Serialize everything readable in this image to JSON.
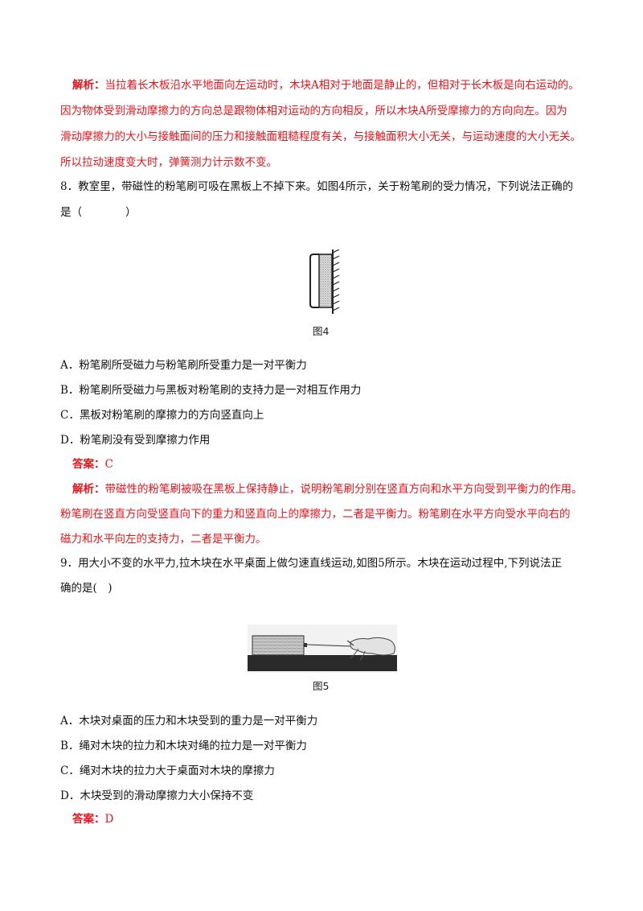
{
  "analysis_label": "解析：",
  "answer_label": "答案：",
  "q7": {
    "analysis_lines": [
      "当拉着长木板沿水平地面向左运动时，木块A相对于地面是静止的，但相对于长木板是向右运动的。",
      "因为物体受到滑动摩擦力的方向总是跟物体相对运动的方向相反，所以木块A所受摩擦力的方向向左。因为",
      "滑动摩擦力的大小与接触面间的压力和接触面粗糙程度有关，与接触面积大小无关，与运动速度的大小无关。",
      "所以拉动速度变大时，弹簧测力计示数不变。"
    ]
  },
  "q8": {
    "stem_lines": [
      "8．教室里，带磁性的粉笔刷可吸在黑板上不掉下来。如图4所示，关于粉笔刷的受力情况，下列说法正确的",
      "是（　　　　）"
    ],
    "figure_caption": "图4",
    "options": [
      "A．粉笔刷所受磁力与粉笔刷所受重力是一对平衡力",
      "B．粉笔刷所受磁力与黑板对粉笔刷的支持力是一对相互作用力",
      "C．黑板对粉笔刷的摩擦力的方向竖直向上",
      "D．粉笔刷没有受到摩擦力作用"
    ],
    "answer": "C",
    "analysis_lines": [
      "带磁性的粉笔刷被吸在黑板上保持静止，说明粉笔刷分别在竖直方向和水平方向受到平衡力的作用。",
      "粉笔刷在竖直方向受竖直向下的重力和竖直向上的摩擦力，二者是平衡力。粉笔刷在水平方向受水平向右的",
      "磁力和水平向左的支持力，二者是平衡力。"
    ]
  },
  "q9": {
    "stem_lines": [
      "9．用大小不变的水平力,拉木块在水平桌面上做匀速直线运动,如图5所示。木块在运动过程中,下列说法正",
      "确的是(　)"
    ],
    "figure_caption": "图5",
    "options": [
      "A．木块对桌面的压力和木块受到的重力是一对平衡力",
      "B．绳对木块的拉力和木块对绳的拉力是一对平衡力",
      "C．绳对木块的拉力大于桌面对木块的摩擦力",
      "D．木块受到的滑动摩擦力大小保持不变"
    ],
    "answer": "D"
  },
  "colors": {
    "red": "#e8141b",
    "text": "#111111"
  }
}
